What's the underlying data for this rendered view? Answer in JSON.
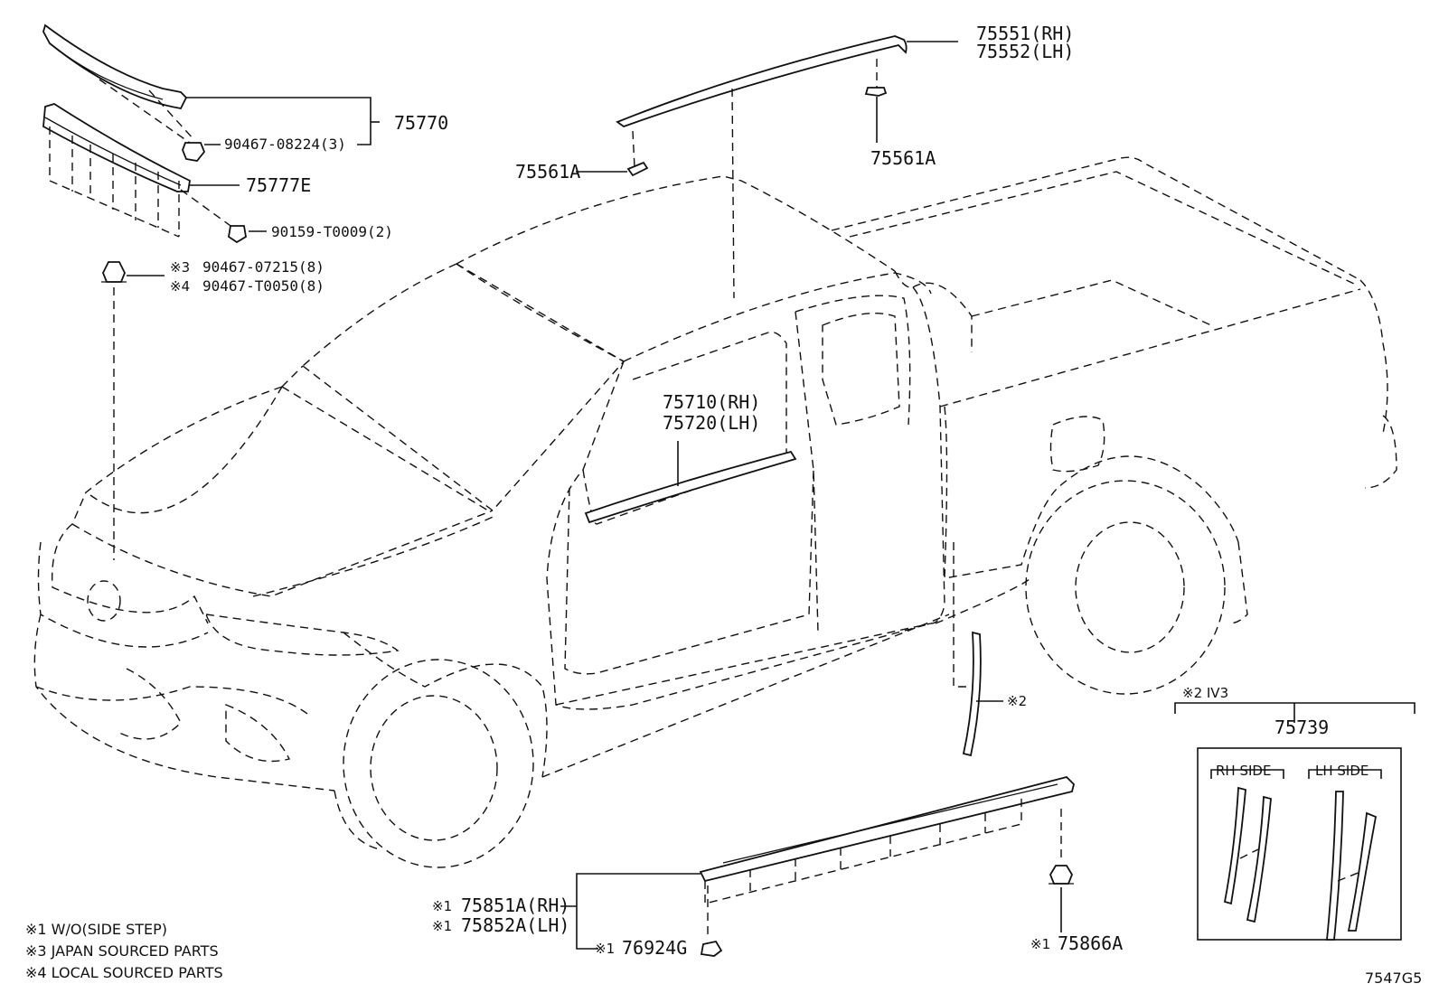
{
  "labels": {
    "moulding_rh": "75551(RH)",
    "moulding_lh": "75552(LH)",
    "clip_right": "75561A",
    "clip_left": "75561A",
    "hood_assy": "75770",
    "hood_clip": "90467-08224(3)",
    "hood_bracket": "75777E",
    "hood_screw": "90159-T0009(2)",
    "clip_jp": "90467-07215(8)",
    "clip_local": "90467-T0050(8)",
    "clip_jp_mark": "※3",
    "clip_local_mark": "※4",
    "belt_rh": "75710(RH)",
    "belt_lh": "75720(LH)",
    "pillar_mark": "※2",
    "rocker_rh": "75851A(RH)",
    "rocker_lh": "75852A(LH)",
    "rocker_rh_mark": "※1",
    "rocker_lh_mark": "※1",
    "rocker_clip": "76924G",
    "rocker_clip_mark": "※1",
    "rocker_nut": "75866A",
    "rocker_nut_mark": "※1",
    "inset_header": "※2 IV3",
    "inset_part": "75739",
    "inset_rh": "RH SIDE",
    "inset_lh": "LH SIDE",
    "diagram_code": "7547G5"
  },
  "notes": [
    "※1 W/O(SIDE STEP)",
    "※3 JAPAN SOURCED PARTS",
    "※4 LOCAL SOURCED PARTS"
  ]
}
